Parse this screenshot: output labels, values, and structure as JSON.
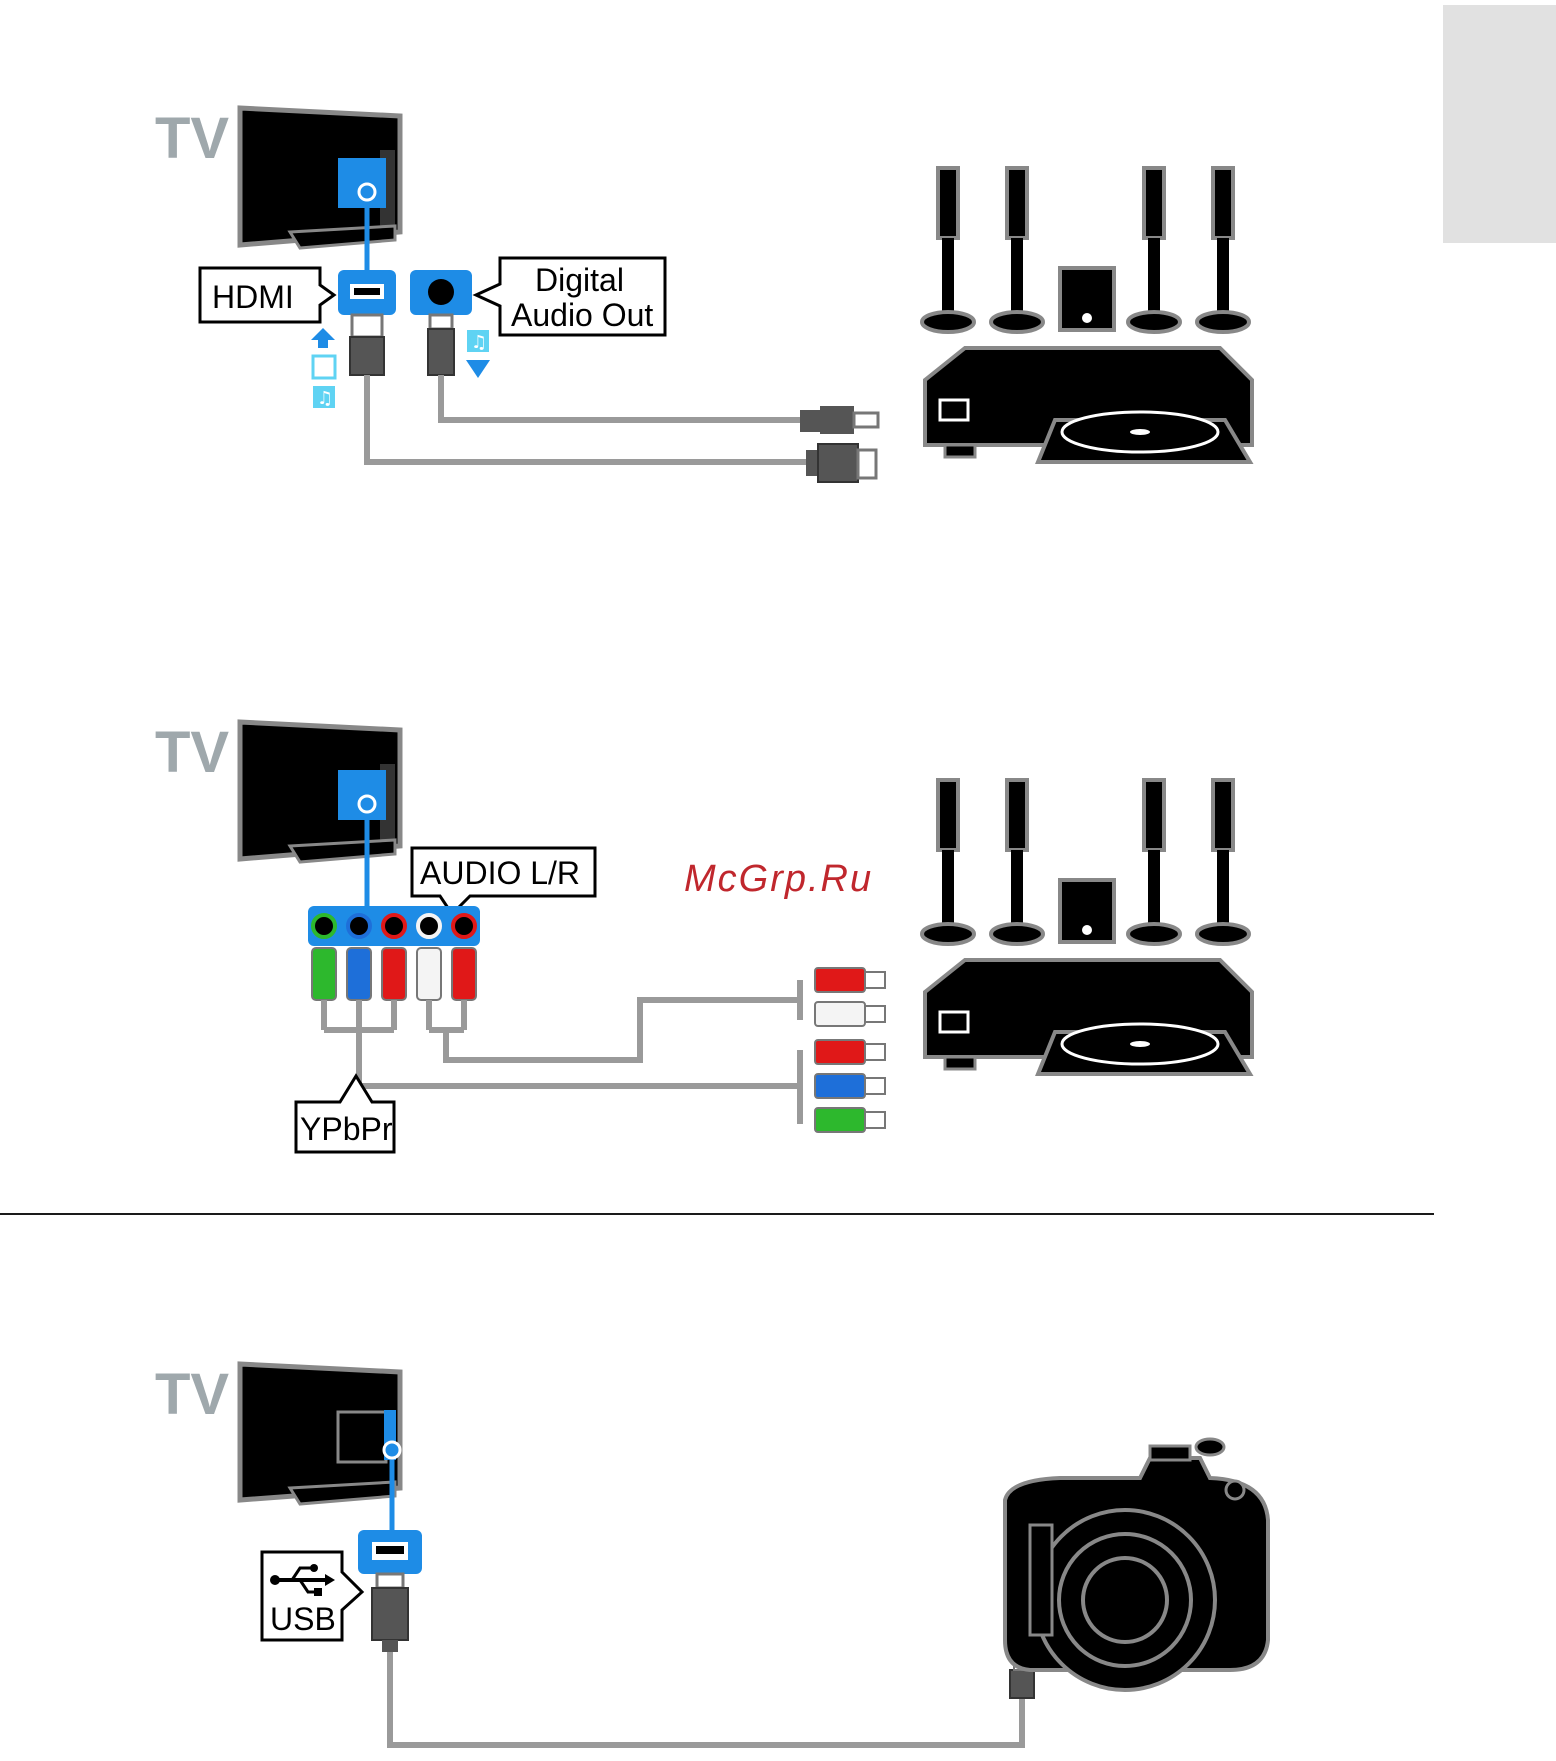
{
  "diagram1": {
    "tv_label": "TV",
    "hdmi_label": "HDMI",
    "digital_audio_line1": "Digital",
    "digital_audio_line2": "Audio Out"
  },
  "diagram2": {
    "tv_label": "TV",
    "audio_label": "AUDIO L/R",
    "ypbpr_label": "YPbPr"
  },
  "diagram3": {
    "tv_label": "TV",
    "usb_label": "USB"
  },
  "watermark": "McGrp.Ru",
  "colors": {
    "port_blue": "#1e8ce6",
    "cable_grey": "#9a9a9a",
    "label_grey": "#9fa8ac",
    "rca_green": "#2db82d",
    "rca_blue": "#1e6fd9",
    "rca_red": "#e01818",
    "rca_white": "#f4f4f4",
    "icon_cyan": "#5fd3f3"
  }
}
